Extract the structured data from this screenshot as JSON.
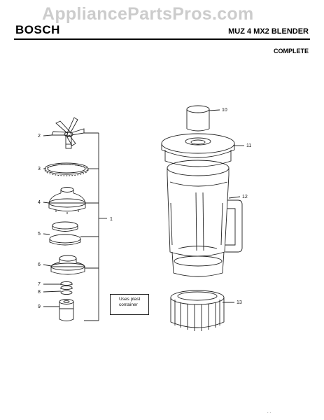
{
  "watermark": "AppliancePartsPros.com",
  "header": {
    "brand": "BOSCH",
    "model": "MUZ 4 MX2 BLENDER",
    "subtitle": "COMPLETE"
  },
  "note": "Uses plast container",
  "footer_mark": ". .",
  "callouts": [
    {
      "id": "1",
      "label": "1"
    },
    {
      "id": "2",
      "label": "2"
    },
    {
      "id": "3",
      "label": "3"
    },
    {
      "id": "4",
      "label": "4"
    },
    {
      "id": "5",
      "label": "5"
    },
    {
      "id": "6",
      "label": "6"
    },
    {
      "id": "7",
      "label": "7"
    },
    {
      "id": "8",
      "label": "8"
    },
    {
      "id": "9",
      "label": "9"
    },
    {
      "id": "10",
      "label": "10"
    },
    {
      "id": "11",
      "label": "11"
    },
    {
      "id": "12",
      "label": "12"
    },
    {
      "id": "13",
      "label": "13"
    }
  ]
}
